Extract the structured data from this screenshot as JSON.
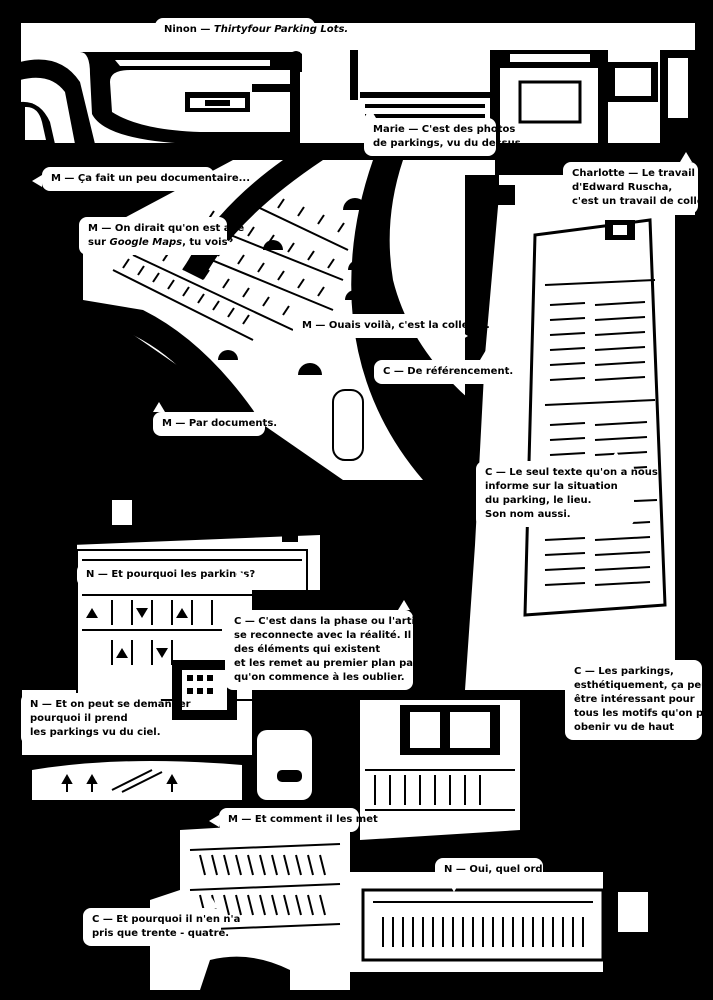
{
  "page": {
    "background": "#000000",
    "ink": "#000000",
    "paper": "#ffffff"
  },
  "dialogue": [
    {
      "id": "b1",
      "lines": [
        "Ninon — Thirtyfour Parking Lots."
      ]
    },
    {
      "id": "b2",
      "lines": [
        "Marie — C'est des photos",
        "de parkings, vu du dessus."
      ]
    },
    {
      "id": "b3",
      "lines": [
        "M — Ça fait un peu documentaire..."
      ]
    },
    {
      "id": "b4",
      "lines": [
        "Charlotte — Le travail",
        "d'Edward Ruscha,",
        "c'est un travail de collecte."
      ]
    },
    {
      "id": "b5",
      "lines": [
        "M — On dirait qu'on est allé",
        "sur Google Maps, tu vois?"
      ]
    },
    {
      "id": "b6",
      "lines": [
        "M — Ouais voilà, c'est la collecte."
      ]
    },
    {
      "id": "b7",
      "lines": [
        "C — De référencement."
      ]
    },
    {
      "id": "b8",
      "lines": [
        "M — Par documents."
      ]
    },
    {
      "id": "b9",
      "lines": [
        "C — Le seul texte qu'on a nous",
        "informe sur la situation",
        "du parking, le lieu.",
        "Son nom aussi."
      ]
    },
    {
      "id": "b10",
      "lines": [
        "N — Et pourquoi les parkings?"
      ]
    },
    {
      "id": "b11",
      "lines": [
        "C — C'est dans la phase ou l'artiste",
        "se reconnecte avec la réalité. Il collecte",
        "des éléments qui existent",
        "et les remet au premier plan parce",
        "qu'on commence à les oublier."
      ]
    },
    {
      "id": "b12",
      "lines": [
        "N — Et on peut se demander",
        "pourquoi il prend",
        "les parkings vu du ciel."
      ]
    },
    {
      "id": "b13",
      "lines": [
        "C — Les parkings,",
        "esthétiquement, ça peut",
        "être intéressant pour",
        "tous les motifs qu'on peut",
        "obenir vu de haut"
      ]
    },
    {
      "id": "b14",
      "lines": [
        "M — Et comment il les met"
      ]
    },
    {
      "id": "b15",
      "lines": [
        "N — Oui, quel ordre?"
      ]
    },
    {
      "id": "b16",
      "lines": [
        "C — Et pourquoi il n'en n'a",
        "pris que trente - quatre."
      ]
    }
  ]
}
